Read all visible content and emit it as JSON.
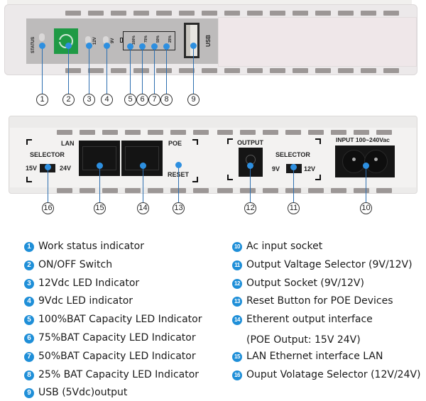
{
  "top_device": {
    "labels": {
      "status": "STATUS",
      "v12": "12V",
      "v9": "9V",
      "bat100": "100%",
      "bat75": "75%",
      "bat50": "50%",
      "bat25": "25%",
      "usb": "USB"
    },
    "callouts": [
      "1",
      "2",
      "3",
      "4",
      "5",
      "6",
      "7",
      "8",
      "9"
    ]
  },
  "bottom_device": {
    "labels": {
      "lan": "LAN",
      "poe": "POE",
      "selector_left": "SELECTOR",
      "v15": "15V",
      "v24": "24V",
      "reset": "RESET",
      "output": "OUTPUT",
      "selector_right": "SELECTOR",
      "v9": "9V",
      "v12": "12V",
      "input": "INPUT 100~240Vac"
    },
    "callouts": [
      "16",
      "15",
      "14",
      "13",
      "12",
      "11",
      "10"
    ]
  },
  "legend": {
    "left": [
      {
        "num": "1",
        "text": "Work status indicator"
      },
      {
        "num": "2",
        "text": "ON/OFF Switch"
      },
      {
        "num": "3",
        "text": "12Vdc LED Indicator"
      },
      {
        "num": "4",
        "text": "9Vdc LED indicator"
      },
      {
        "num": "5",
        "text": "100%BAT Capacity LED Indicator"
      },
      {
        "num": "6",
        "text": "75%BAT Capacity LED Indicator"
      },
      {
        "num": "7",
        "text": "50%BAT Capacity LED Indicator"
      },
      {
        "num": "8",
        "text": "25% BAT Capacity LED Indicator"
      },
      {
        "num": "9",
        "text": "USB (5Vdc)output"
      }
    ],
    "right": [
      {
        "num": "10",
        "text": "Ac input socket"
      },
      {
        "num": "11",
        "text": "Output Valtage Selector (9V/12V)"
      },
      {
        "num": "12",
        "text": "Output Socket (9V/12V)"
      },
      {
        "num": "13",
        "text": "Reset Button for POE Devices"
      },
      {
        "num": "14",
        "text": "Etherent output interface"
      },
      {
        "num": "",
        "text": "(POE Output: 15V 24V)"
      },
      {
        "num": "15",
        "text": "LAN Ethernet interface LAN"
      },
      {
        "num": "16",
        "text": "Ouput Volatage Selector (12V/24V)"
      }
    ]
  },
  "colors": {
    "accent": "#1f8fd8",
    "power_button": "#1f9a45"
  }
}
